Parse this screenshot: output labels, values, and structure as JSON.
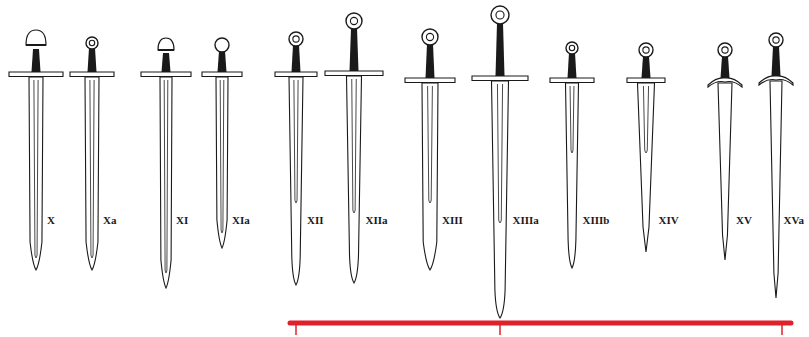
{
  "diagram": {
    "labels": [
      "X",
      "Xa",
      "XI",
      "XIa",
      "XII",
      "XIIa",
      "XIII",
      "XIIIa",
      "XIIIb",
      "XIV",
      "XV",
      "XVa"
    ]
  }
}
